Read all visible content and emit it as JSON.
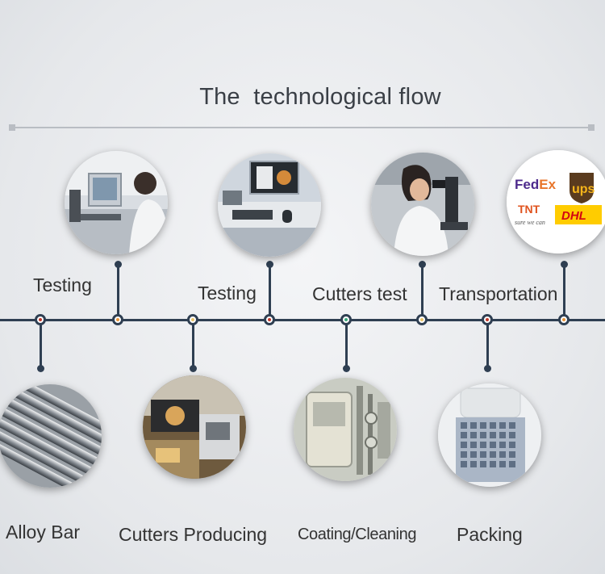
{
  "title": "The  technological flow",
  "steps": [
    {
      "label": "Alloy Bar",
      "image": "steel-rods-photo"
    },
    {
      "label": "Testing",
      "image": "lab-computer-photo"
    },
    {
      "label": "Cutters Producing",
      "image": "cnc-machine-photo"
    },
    {
      "label": "Testing",
      "image": "measuring-station-photo"
    },
    {
      "label": "Coating/Cleaning",
      "image": "coating-machine-photo"
    },
    {
      "label": "Cutters test",
      "image": "microscope-photo"
    },
    {
      "label": "Packing",
      "image": "packed-cutters-photo"
    },
    {
      "label": "Transportation",
      "image": "courier-logos"
    }
  ],
  "couriers": [
    "FedEx",
    "ups",
    "TNT",
    "sure we can",
    "DHL"
  ],
  "colors": {
    "line": "#2f3f52",
    "dot_red": "#c0392b",
    "dot_orange": "#e8953a",
    "dot_yellow": "#e9c46a",
    "dot_green": "#3aa87a"
  }
}
